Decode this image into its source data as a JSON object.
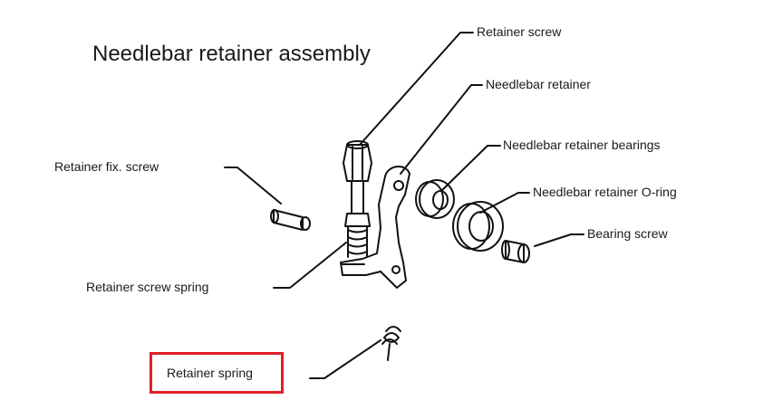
{
  "title": "Needlebar retainer assembly",
  "labels": {
    "retainer_screw": "Retainer screw",
    "needlebar_retainer": "Needlebar retainer",
    "needlebar_retainer_bearings": "Needlebar retainer bearings",
    "needlebar_retainer_o_ring": "Needlebar retainer O-ring",
    "bearing_screw": "Bearing screw",
    "retainer_fix_screw": "Retainer fix. screw",
    "retainer_screw_spring": "Retainer screw spring",
    "retainer_spring": "Retainer spring"
  },
  "highlight": {
    "target": "retainer_spring",
    "color": "#e0202a"
  }
}
